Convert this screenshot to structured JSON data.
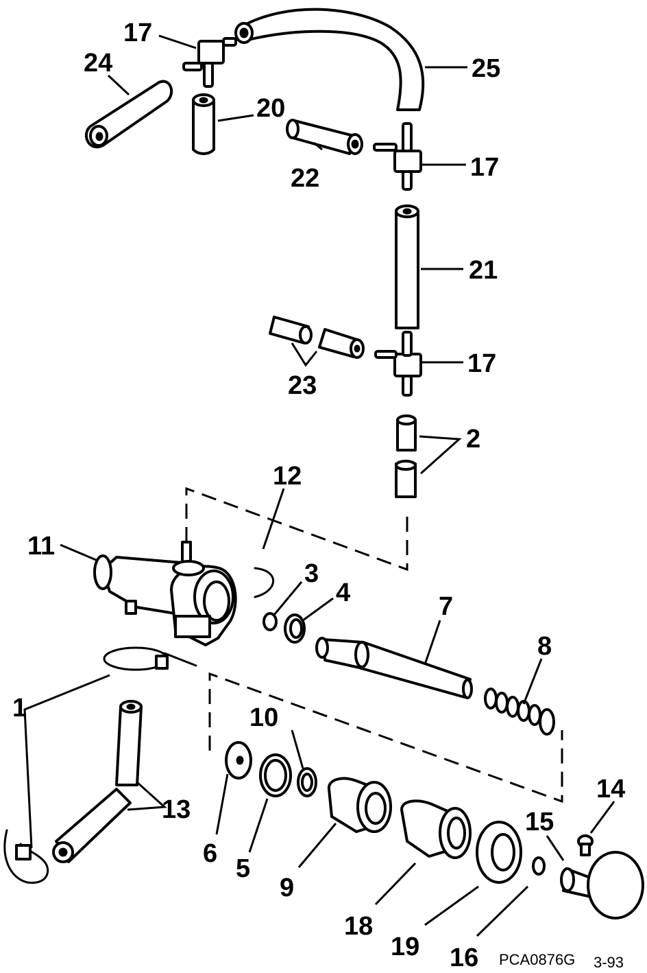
{
  "callouts": {
    "c1": "1",
    "c2": "2",
    "c3": "3",
    "c4": "4",
    "c5": "5",
    "c6": "6",
    "c7": "7",
    "c8": "8",
    "c9": "9",
    "c10": "10",
    "c11": "11",
    "c12": "12",
    "c13": "13",
    "c14": "14",
    "c15": "15",
    "c16": "16",
    "c17a": "17",
    "c17b": "17",
    "c17c": "17",
    "c18": "18",
    "c19": "19",
    "c20": "20",
    "c21": "21",
    "c22": "22",
    "c23": "23",
    "c24": "24",
    "c25": "25"
  },
  "figure_code": "PCA0876G",
  "figure_date": "3-93",
  "colors": {
    "line": "#000000",
    "background": "#ffffff"
  }
}
